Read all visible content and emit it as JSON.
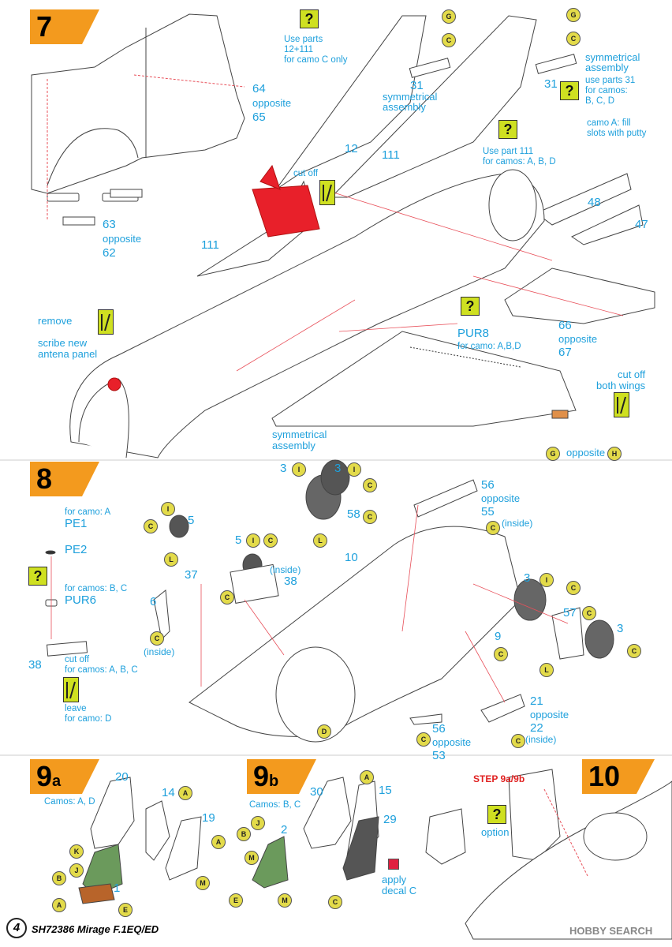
{
  "steps": {
    "s7": "7",
    "s8": "8",
    "s9a_num": "9",
    "s9a_sub": "a",
    "s9b_num": "9",
    "s9b_sub": "b",
    "s10": "10"
  },
  "icons": {
    "question": "?",
    "drop_letters": [
      "G",
      "C",
      "G",
      "C",
      "G",
      "H",
      "I",
      "I",
      "C",
      "I",
      "C",
      "I",
      "C",
      "L",
      "C",
      "C",
      "C",
      "L",
      "C",
      "I",
      "C",
      "C",
      "C",
      "L",
      "C",
      "D",
      "C",
      "C",
      "A",
      "A",
      "K",
      "J",
      "B",
      "A",
      "E",
      "M",
      "A",
      "J",
      "B",
      "M",
      "E",
      "M",
      "C"
    ]
  },
  "step7": {
    "use_parts_1": "Use parts",
    "use_parts_2": "12+111",
    "use_parts_3": "for camo C only",
    "p31a": "31",
    "sym_assembly_a1": "symmetrical",
    "sym_assembly_a2": "assembly",
    "p31b": "31",
    "sym_assembly_b1": "symmetrical",
    "sym_assembly_b2": "assembly",
    "use31_1": "use parts 31",
    "use31_2": "for camos:",
    "use31_3": "B, C, D",
    "camoA_1": "camo A: fill",
    "camoA_2": "slots with putty",
    "p64": "64",
    "opposite64": "opposite",
    "p65": "65",
    "p12": "12",
    "p111a": "111",
    "use111_1": "Use part 111",
    "use111_2": "for camos: A, B, D",
    "cutoff": "cut off",
    "p48": "48",
    "p47": "47",
    "p63": "63",
    "opposite63": "opposite",
    "p62": "62",
    "p111b": "111",
    "remove": "remove",
    "scribe_1": "scribe new",
    "scribe_2": "antena panel",
    "pur8": "PUR8",
    "pur8_note": "for camo: A,B,D",
    "p66": "66",
    "opposite66": "opposite",
    "p67": "67",
    "cutoff_wings_1": "cut off",
    "cutoff_wings_2": "both wings",
    "sym_assembly_c1": "symmetrical",
    "sym_assembly_c2": "assembly",
    "opposite_bottom": "opposite"
  },
  "step8": {
    "for_camo_a": "for camo: A",
    "pe1": "PE1",
    "pe2": "PE2",
    "for_camos_bc": "for camos: B, C",
    "pur6": "PUR6",
    "p38a": "38",
    "cutoff": "cut off",
    "cutoff_camos": "for camos: A, B, C",
    "leave": "leave",
    "leave_camo": "for camo: D",
    "p5a": "5",
    "p5b": "5",
    "inside_5": "(inside)",
    "p37": "37",
    "p38b": "38",
    "p6": "6",
    "inside_6": "(inside)",
    "p3a": "3",
    "p3b": "3",
    "p58": "58",
    "p10": "10",
    "p56": "56",
    "opposite56": "opposite",
    "p55": "55",
    "inside_55": "(inside)",
    "p3c": "3",
    "p57": "57",
    "p9": "9",
    "p3d": "3",
    "p21": "21",
    "opposite21": "opposite",
    "p22": "22",
    "inside_22": "(inside)",
    "p56b": "56",
    "opposite56b": "opposite",
    "p53": "53"
  },
  "step9a": {
    "camos": "Camos: A, D",
    "p20": "20",
    "p14": "14",
    "p19": "19",
    "p1": "1"
  },
  "step9b": {
    "camos": "Camos: B, C",
    "p30": "30",
    "p15": "15",
    "p2": "2",
    "p29": "29",
    "apply_1": "apply",
    "apply_2": "decal C"
  },
  "step10": {
    "label": "STEP 9a/9b",
    "option": "option"
  },
  "footer": {
    "page_num": "4",
    "title": "SH72386 Mirage F.1EQ/ED",
    "watermark": "HOBBY SEARCH"
  },
  "colors": {
    "orange": "#f39a1e",
    "blue_text": "#1ea0dc",
    "yellow_box": "#cfe021",
    "red_part": "#e8202a",
    "leader": "#e8505a",
    "green_seat": "#6b9a5c",
    "brown_seat": "#b8642a"
  }
}
